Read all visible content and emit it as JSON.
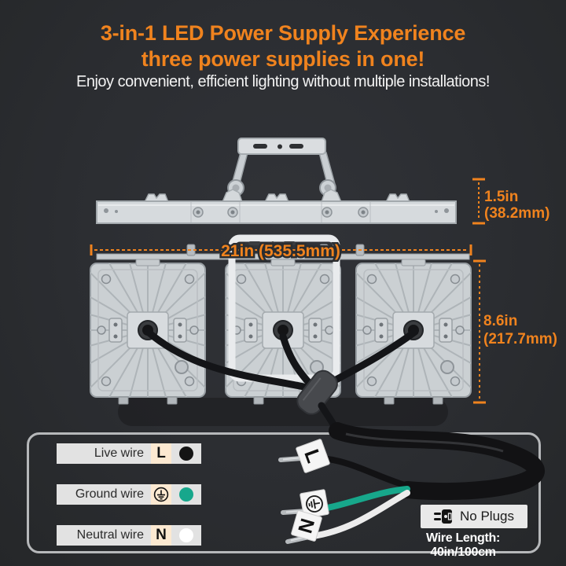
{
  "header": {
    "title_line1": "3-in-1 LED Power Supply Experience",
    "title_line2": "three power supplies in one!",
    "subtitle": "Enjoy convenient, efficient lighting without multiple installations!"
  },
  "dimensions": {
    "bracket_height": {
      "inches": "1.5in",
      "mm": "(38.2mm)"
    },
    "width": {
      "label": "21in (535.5mm)"
    },
    "body_height": {
      "inches": "8.6in",
      "mm": "(217.7mm)"
    }
  },
  "wire_legend": {
    "rows": [
      {
        "label": "Live wire",
        "symbol": "L",
        "dot_color": "#141414"
      },
      {
        "label": "Ground wire",
        "symbol": "⏚",
        "dot_color": "#17a78c"
      },
      {
        "label": "Neutral wire",
        "symbol": "N",
        "dot_color": "#ffffff"
      }
    ]
  },
  "wire_tags": {
    "live": "L",
    "neutral": "N"
  },
  "cable_info": {
    "no_plugs": "No Plugs",
    "wire_length": "Wire Length: 40in/100cm"
  },
  "colors": {
    "accent_orange": "#f0831e",
    "ground_teal": "#17a78c",
    "background": "#2b2d31"
  }
}
